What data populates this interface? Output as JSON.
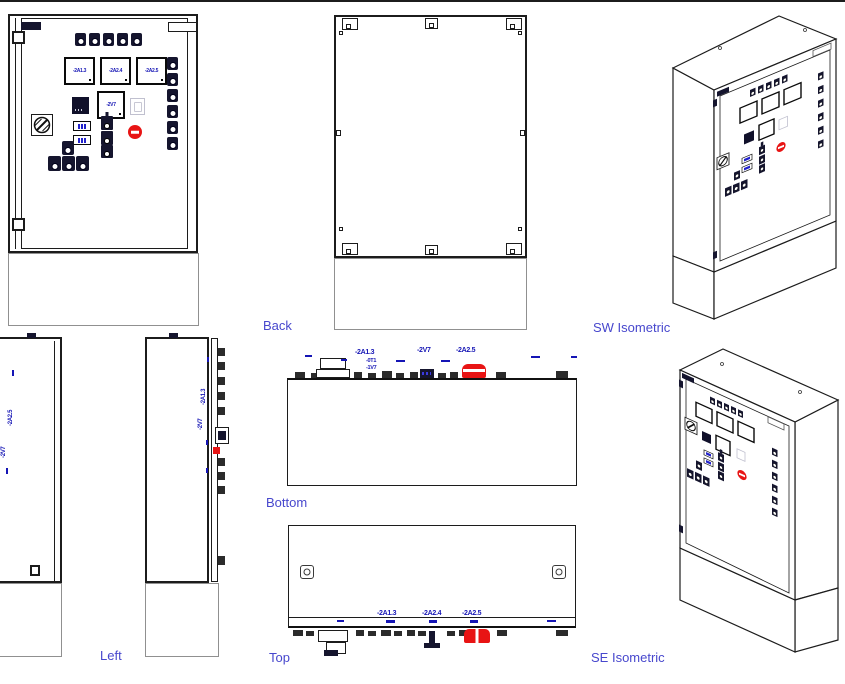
{
  "drawing": {
    "view_labels": {
      "back": "Back",
      "sw_isometric": "SW Isometric",
      "left": "Left",
      "bottom": "Bottom",
      "top": "Top",
      "se_isometric": "SE Isometric"
    },
    "device_tags": {
      "display_a13": "-2A1.3",
      "display_a24": "-2A2.4",
      "display_a25": "-2A2.5",
      "display_v7": "-2V7",
      "sub_t1": "-0T1",
      "sub_v7": "-1V7"
    },
    "colors": {
      "line_black": "#1c1c1c",
      "plinth_gray": "#909090",
      "annotation_blue": "#1515b5",
      "view_label_blue": "#4747cd",
      "estop_red": "#e81414"
    }
  }
}
